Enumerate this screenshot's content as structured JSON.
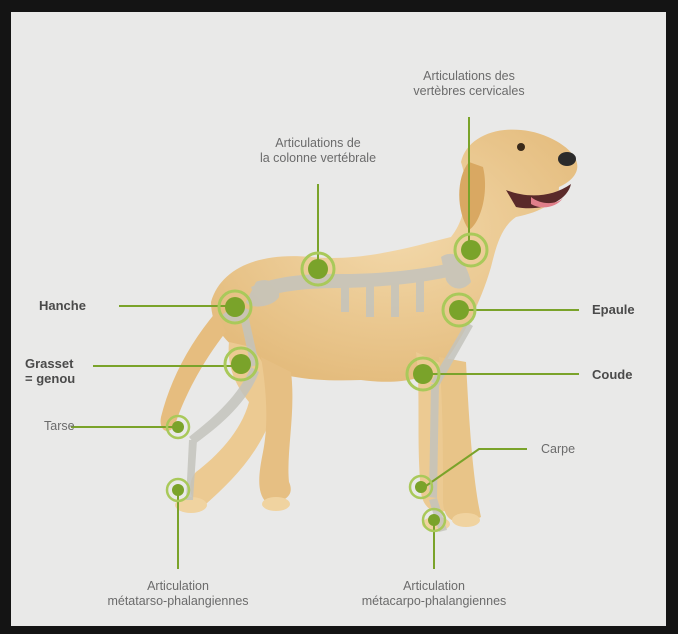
{
  "colors": {
    "accent": "#7aa32a",
    "accent_light": "#a9c95a",
    "background": "#e9e9e8",
    "text": "#6b6b6b",
    "dog_fur": "#e9c48c",
    "bone": "#bdbdb5"
  },
  "labels": {
    "cervical_1": "Articulations des",
    "cervical_2": "vertèbres cervicales",
    "spine_1": "Articulations de",
    "spine_2": "la colonne vertébrale",
    "hanche": "Hanche",
    "grasset_1": "Grasset",
    "grasset_2": "= genou",
    "tarse": "Tarse",
    "epaule": "Epaule",
    "coude": "Coude",
    "carpe": "Carpe",
    "meta_hind_1": "Articulation",
    "meta_hind_2": "métatarso-phalangiennes",
    "meta_front_1": "Articulation",
    "meta_front_2": "métacarpo-phalangiennes"
  },
  "image": {
    "subject": "dog-skeleton-joints"
  }
}
